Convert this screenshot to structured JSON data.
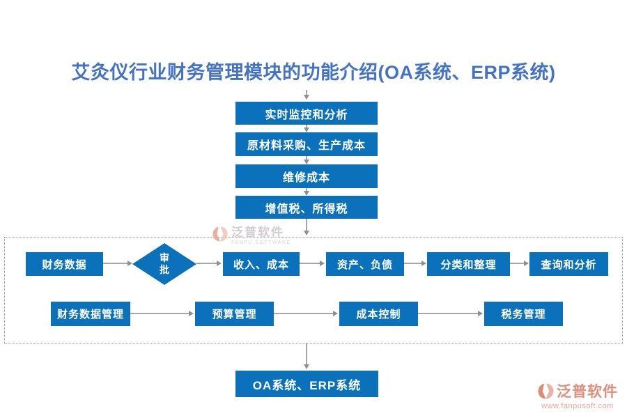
{
  "title": "艾灸仪行业财务管理模块的功能介绍(OA系统、ERP系统)",
  "colors": {
    "node_fill": "#0b71bb",
    "title_text": "#4472c4",
    "arrow": "#a6a6a6",
    "container_border": "#9d9d9d",
    "watermark_salmon": "#df8e7b",
    "watermark_url_salmon": "#e9a694",
    "watermark_gray": "#cbc4c8"
  },
  "top_chain": {
    "items": [
      "实时监控和分析",
      "原材料采购、生产成本",
      "维修成本",
      "增值税、所得税"
    ]
  },
  "process": {
    "row1": {
      "start": "财务数据",
      "decision": "审\n批",
      "steps": [
        "收入、成本",
        "资产、负债",
        "分类和整理",
        "查询和分析"
      ]
    },
    "row2": {
      "steps": [
        "财务数据管理",
        "预算管理",
        "成本控制",
        "税务管理"
      ]
    }
  },
  "bottom": {
    "label": "OA系统、ERP系统"
  },
  "watermark_center": {
    "brand": "泛普软件",
    "subtitle": "FANPU SOFTWARE"
  },
  "watermark_footer": {
    "brand": "泛普软件",
    "url": "www.fanpusoft.com"
  }
}
